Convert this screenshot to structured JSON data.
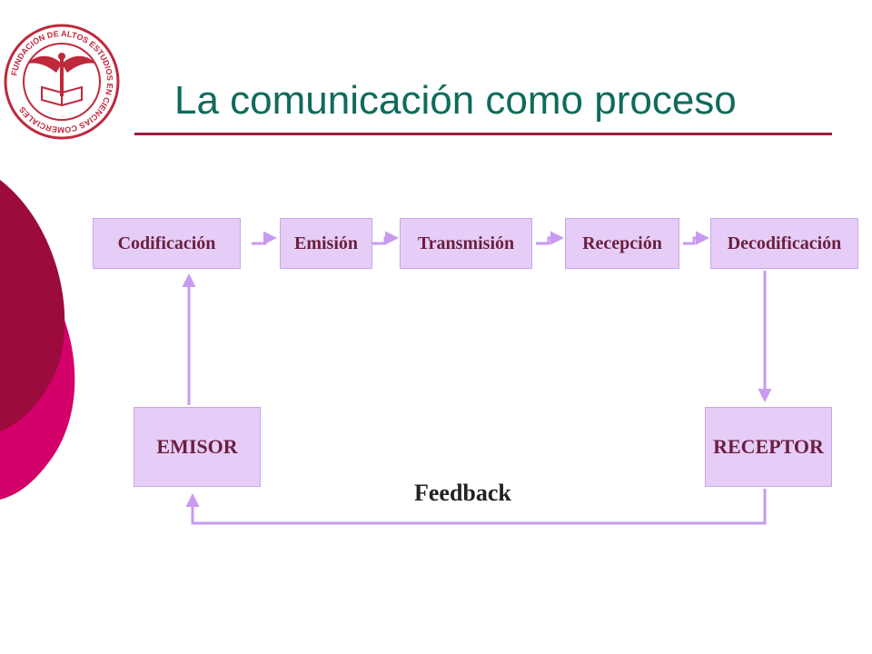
{
  "slide": {
    "title": "La comunicación como proceso",
    "logo": {
      "text": "FUNDACIÓN DE ALTOS ESTUDIOS EN CIENCIAS COMERCIALES",
      "icon": "crest-logo-icon"
    },
    "colors": {
      "title": "#0f6b5c",
      "rule": "#9b1b3f",
      "box_fill": "#e6cdf7",
      "box_text": "#6b1f3f",
      "arrow": "#c89af0",
      "shape_dark": "#9b0b3c",
      "shape_pink": "#d4006a"
    }
  },
  "diagram": {
    "steps": [
      "Codificación",
      "Emisión",
      "Transmisión",
      "Recepción",
      "Decodificación"
    ],
    "sender": "EMISOR",
    "receiver": "RECEPTOR",
    "feedback": "Feedback"
  }
}
